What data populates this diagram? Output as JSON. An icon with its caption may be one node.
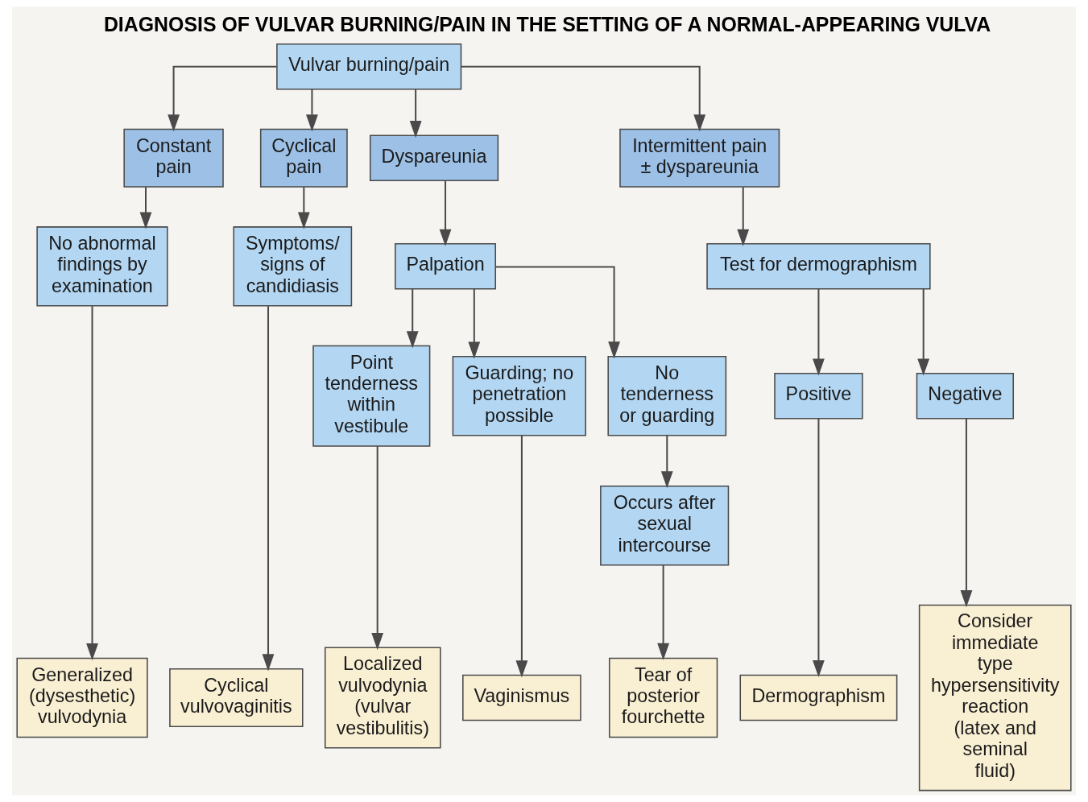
{
  "diagram": {
    "title": "DIAGNOSIS OF VULVAR BURNING/PAIN IN THE SETTING OF A NORMAL-APPEARING VULVA",
    "nodes": [
      {
        "text": [
          "Vulvar burning/pain"
        ]
      },
      {
        "text": [
          "Constant pain"
        ]
      },
      {
        "text": [
          "Cyclical pain"
        ]
      },
      {
        "text": [
          "Dyspareunia"
        ]
      },
      {
        "text": [
          "Intermittent pain ± dyspareunia"
        ]
      },
      {
        "text": [
          "No abnormal findings by examination"
        ]
      },
      {
        "text": [
          "Symptoms/ signs of candidiasis"
        ]
      },
      {
        "text": [
          "Palpation"
        ]
      },
      {
        "text": [
          "Test for dermographism"
        ]
      },
      {
        "text": [
          "Point tenderness within vestibule"
        ]
      },
      {
        "text": [
          "Guarding; no penetration possible"
        ]
      },
      {
        "text": [
          "No tenderness or guarding"
        ]
      },
      {
        "text": [
          "Positive"
        ]
      },
      {
        "text": [
          "Negative"
        ]
      },
      {
        "text": [
          "Occurs after sexual intercourse"
        ]
      },
      {
        "text": [
          "Generalized (dysesthetic) vulvodynia"
        ]
      },
      {
        "text": [
          "Cyclical vulvovaginitis"
        ]
      },
      {
        "text": [
          "Localized vulvodynia (vulvar vestibulitis)"
        ]
      },
      {
        "text": [
          "Vaginismus"
        ]
      },
      {
        "text": [
          "Tear of posterior fourchette"
        ]
      },
      {
        "text": [
          "Dermographism"
        ]
      },
      {
        "text": [
          "Consider immediate type hypersensitivity reaction (latex and seminal fluid)"
        ]
      }
    ],
    "edges": [
      {
        "from": 0,
        "to": 1,
        "arrow": "to"
      },
      {
        "from": 0,
        "to": 2,
        "arrow": "to"
      },
      {
        "from": 0,
        "to": 3,
        "arrow": "to"
      },
      {
        "from": 0,
        "to": 4,
        "arrow": "to"
      },
      {
        "from": 1,
        "to": 5,
        "arrow": "to"
      },
      {
        "from": 2,
        "to": 6,
        "arrow": "to"
      },
      {
        "from": 3,
        "to": 7,
        "arrow": "to"
      },
      {
        "from": 4,
        "to": 8,
        "arrow": "to"
      },
      {
        "from": 7,
        "to": 9,
        "arrow": "to"
      },
      {
        "from": 7,
        "to": 10,
        "arrow": "to"
      },
      {
        "from": 7,
        "to": 11,
        "arrow": "to"
      },
      {
        "from": 8,
        "to": 12,
        "arrow": "to"
      },
      {
        "from": 8,
        "to": 13,
        "arrow": "to"
      },
      {
        "from": 11,
        "to": 14,
        "arrow": "to"
      },
      {
        "from": 5,
        "to": 15,
        "arrow": "to"
      },
      {
        "from": 6,
        "to": 16,
        "arrow": "to"
      },
      {
        "from": 9,
        "to": 17,
        "arrow": "to"
      },
      {
        "from": 10,
        "to": 18,
        "arrow": "to"
      },
      {
        "from": 14,
        "to": 19,
        "arrow": "to"
      },
      {
        "from": 12,
        "to": 20,
        "arrow": "to"
      },
      {
        "from": 13,
        "to": 21,
        "arrow": "to"
      }
    ]
  }
}
